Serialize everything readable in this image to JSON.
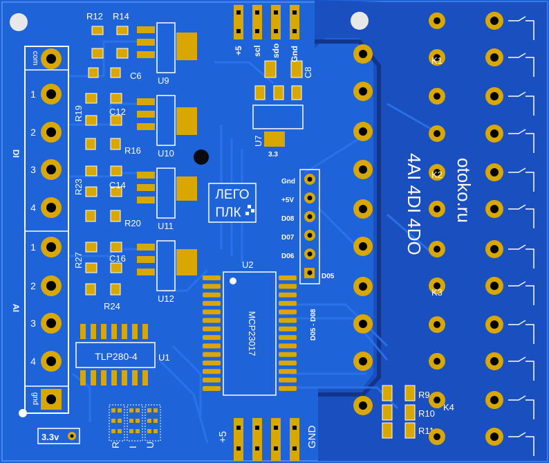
{
  "board": {
    "title": "otoko.ru",
    "subtitle": "4AI 4DI 4DO"
  },
  "terminals": {
    "com": "com",
    "gnd": "gnd",
    "di_label": "DI",
    "ai_label": "AI",
    "numbers": [
      "1",
      "2",
      "3",
      "4",
      "1",
      "2",
      "3",
      "4"
    ]
  },
  "relays": [
    "K1",
    "K2",
    "K3",
    "K4"
  ],
  "top_header": [
    "+5",
    "scl",
    "sdo",
    "Gnd"
  ],
  "bottom_header": [
    "+5",
    "GND"
  ],
  "io_header": {
    "pins": [
      "Gnd",
      "+5V",
      "D08",
      "D07",
      "D06",
      "D05"
    ],
    "caption": "D05 - D08"
  },
  "chips": {
    "u1": "U1",
    "u1_part": "TLP280-4",
    "u2": "U2",
    "u2_part": "MCP23017",
    "u7": "U7",
    "u7_value": "3.3",
    "u9": "U9",
    "u10": "U10",
    "u11": "U11",
    "u12": "U12"
  },
  "logo": [
    "ЛЕГО",
    "ПЛК"
  ],
  "passives": {
    "r12": "R12",
    "r14": "R14",
    "c6": "C6",
    "r19": "R19",
    "c12": "C12",
    "r16": "R16",
    "r23": "R23",
    "c14": "C14",
    "r20": "R20",
    "r27": "R27",
    "c16": "C16",
    "r24": "R24",
    "c8": "C8",
    "r9": "R9",
    "r10": "R10",
    "r11": "R11"
  },
  "jumper_letters": [
    "R",
    "I",
    "U"
  ],
  "supply_tag": "3.3v",
  "colors": {
    "board": "#1f63d8",
    "board_dark": "#1545b0",
    "copper_pad": "#d9a800",
    "silk": "#ffffff",
    "hole": "#000000"
  }
}
